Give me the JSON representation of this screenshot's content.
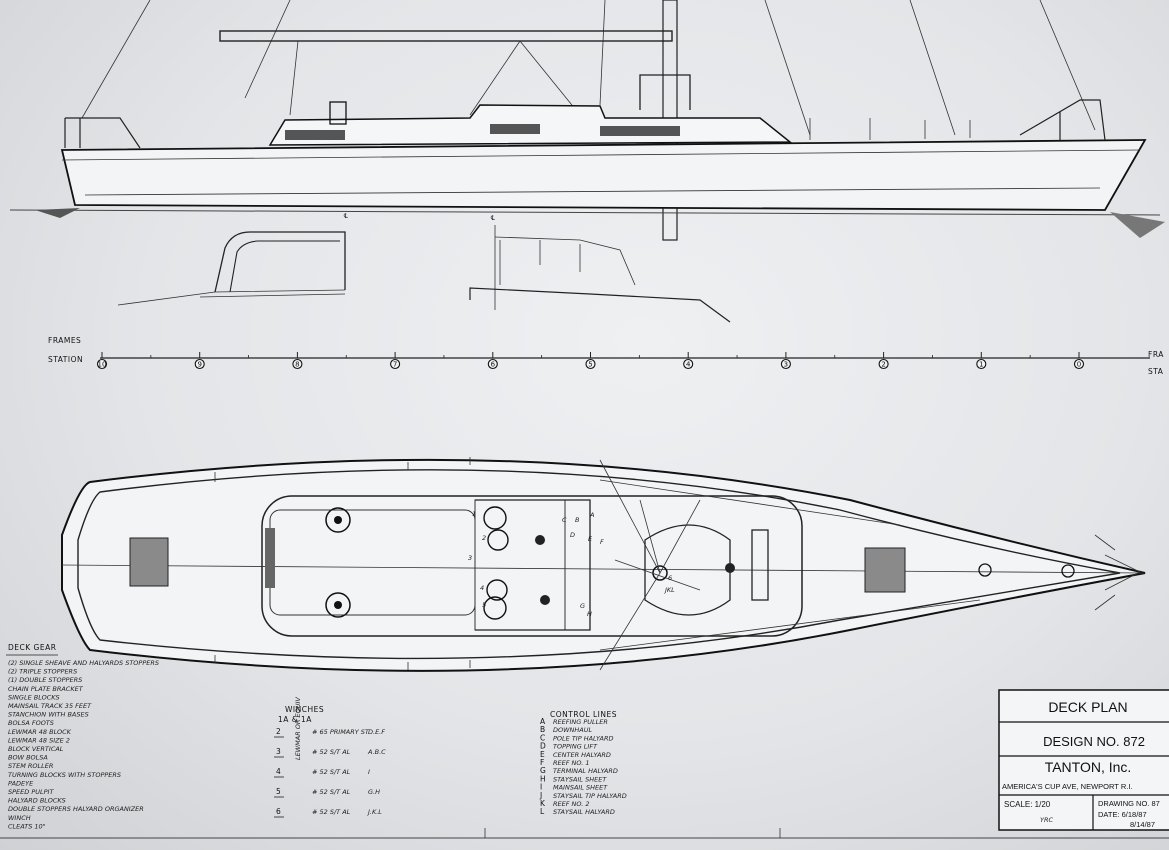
{
  "frames_label": "FRAMES",
  "station_label": "STATION",
  "stations": [
    "10",
    "9",
    "8",
    "7",
    "6",
    "5",
    "4",
    "3",
    "2",
    "1",
    "0"
  ],
  "right_edge_frames": "FRA",
  "right_edge_station": "STA",
  "deck_gear": {
    "title": "DECK GEAR",
    "items": [
      "(2) SINGLE SHEAVE AND HALYARDS STOPPERS",
      "(2) TRIPLE                 STOPPERS",
      "(1) DOUBLE                 STOPPERS",
      "CHAIN PLATE BRACKET",
      "SINGLE BLOCKS",
      "MAINSAIL TRACK 35 FEET",
      "STANCHION WITH BASES",
      "BOLSA FOOTS",
      "LEWMAR 48 BLOCK",
      "LEWMAR 48 SIZE 2",
      "BLOCK VERTICAL",
      "BOW BOLSA",
      "STEM ROLLER",
      "TURNING BLOCKS WITH STOPPERS",
      "PADEYE",
      "SPEED PULPIT",
      "HALYARD BLOCKS",
      "DOUBLE STOPPERS HALYARD ORGANIZER",
      "WINCH",
      "CLEATS 10\""
    ]
  },
  "winches": {
    "title": "WINCHES",
    "subtitle": "1A & 1A",
    "rows": [
      {
        "num": "2",
        "desc": "# 65 PRIMARY ST",
        "code": "D.E.F"
      },
      {
        "num": "3",
        "desc": "# 52 S/T AL",
        "code": "A.B.C"
      },
      {
        "num": "4",
        "desc": "# 52 S/T AL",
        "code": "I"
      },
      {
        "num": "5",
        "desc": "# 52 S/T AL",
        "code": "G.H"
      },
      {
        "num": "6",
        "desc": "# 52 S/T AL",
        "code": "J.K.L"
      }
    ],
    "side_note": "LEWMAR OR EQUIV"
  },
  "control_lines": {
    "title": "CONTROL LINES",
    "items": [
      {
        "letter": "A",
        "text": "REEFING PULLER"
      },
      {
        "letter": "B",
        "text": "DOWNHAUL"
      },
      {
        "letter": "C",
        "text": "POLE TIP HALYARD"
      },
      {
        "letter": "D",
        "text": "TOPPING LIFT"
      },
      {
        "letter": "E",
        "text": "CENTER HALYARD"
      },
      {
        "letter": "F",
        "text": "REEF NO. 1"
      },
      {
        "letter": "G",
        "text": "TERMINAL HALYARD"
      },
      {
        "letter": "H",
        "text": "STAYSAIL SHEET"
      },
      {
        "letter": "I",
        "text": "MAINSAIL SHEET"
      },
      {
        "letter": "J",
        "text": "STAYSAIL TIP HALYARD"
      },
      {
        "letter": "K",
        "text": "REEF NO. 2"
      },
      {
        "letter": "L",
        "text": "STAYSAIL HALYARD"
      }
    ]
  },
  "title_block": {
    "title": "DECK PLAN",
    "design": "DESIGN NO. 872",
    "company": "TANTON, Inc.",
    "address": "AMERICA'S CUP AVE, NEWPORT R.I.",
    "scale": "SCALE: 1/20",
    "drawing": "DRAWING NO. 87",
    "date_line1": "DATE: 6/18/87",
    "date_line2": "8/14/87",
    "signature": "YRC"
  },
  "plan_labels": {
    "winch_labels": [
      "1",
      "2",
      "3",
      "4",
      "5",
      "6"
    ],
    "letters": [
      "A",
      "B",
      "C",
      "D",
      "E",
      "F",
      "G",
      "H"
    ],
    "jkl": "JKL"
  },
  "colors": {
    "paper": "#e8eaec",
    "ink": "#222222"
  }
}
